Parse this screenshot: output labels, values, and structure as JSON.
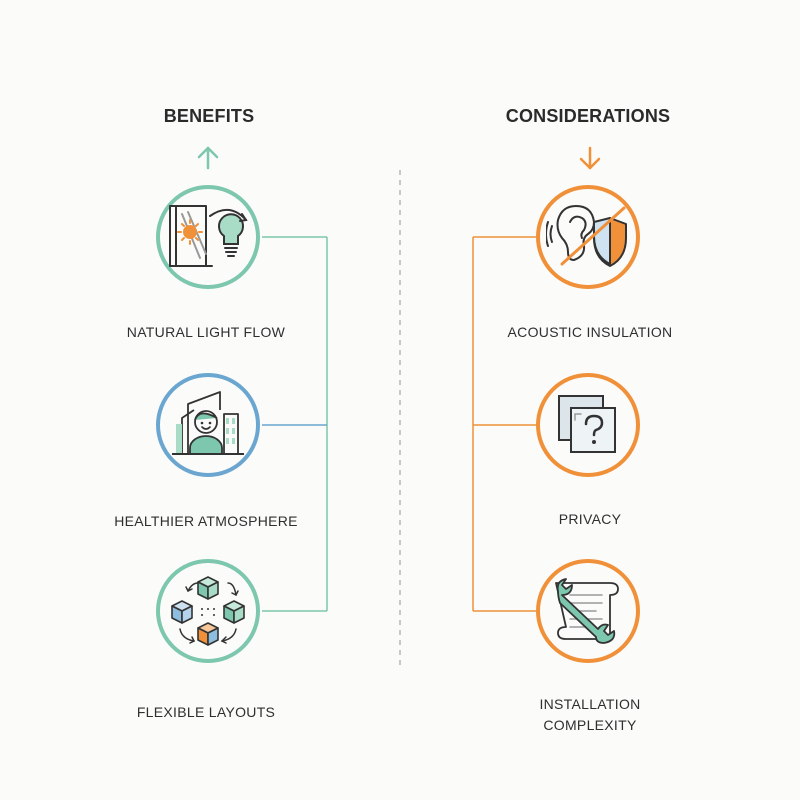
{
  "benefits": {
    "heading": "BENEFITS",
    "color": "#7cc7ad",
    "items": [
      {
        "label": "NATURAL LIGHT FLOW",
        "icon": "sun-window-lightbulb-icon",
        "ring_color": "#7cc7ad"
      },
      {
        "label": "HEALTHIER ATMOSPHERE",
        "icon": "person-buildings-icon",
        "ring_color": "#6aa6cf"
      },
      {
        "label": "FLEXIBLE LAYOUTS",
        "icon": "modular-cubes-icon",
        "ring_color": "#7cc7ad"
      }
    ]
  },
  "considerations": {
    "heading": "CONSIDERATIONS",
    "color": "#f0913a",
    "items": [
      {
        "label": "ACOUSTIC INSULATION",
        "icon": "ear-shield-icon",
        "ring_color": "#f0913a"
      },
      {
        "label": "PRIVACY",
        "icon": "question-panels-icon",
        "ring_color": "#f0913a"
      },
      {
        "label": "INSTALLATION COMPLEXITY",
        "icon": "wrench-blueprint-icon",
        "ring_color": "#f0913a"
      }
    ]
  }
}
